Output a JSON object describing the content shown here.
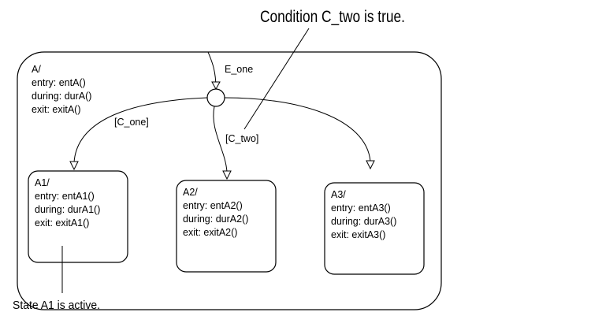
{
  "callouts": {
    "condition_note": "Condition C_two is true.",
    "state_note": "State A1 is active."
  },
  "transitions": {
    "default_event": "E_one",
    "guard_one": "[C_one]",
    "guard_two": "[C_two]"
  },
  "states": {
    "parent": {
      "name": "A/",
      "entry": "entry: entA()",
      "during": "during: durA()",
      "exit": "exit: exitA()"
    },
    "children": [
      {
        "name": "A1/",
        "entry": "entry: entA1()",
        "during": "during: durA1()",
        "exit": "exit: exitA1()"
      },
      {
        "name": "A2/",
        "entry": "entry: entA2()",
        "during": "during: durA2()",
        "exit": "exit: exitA2()"
      },
      {
        "name": "A3/",
        "entry": "entry: entA3()",
        "during": "during: durA3()",
        "exit": "exit: exitA3()"
      }
    ]
  }
}
